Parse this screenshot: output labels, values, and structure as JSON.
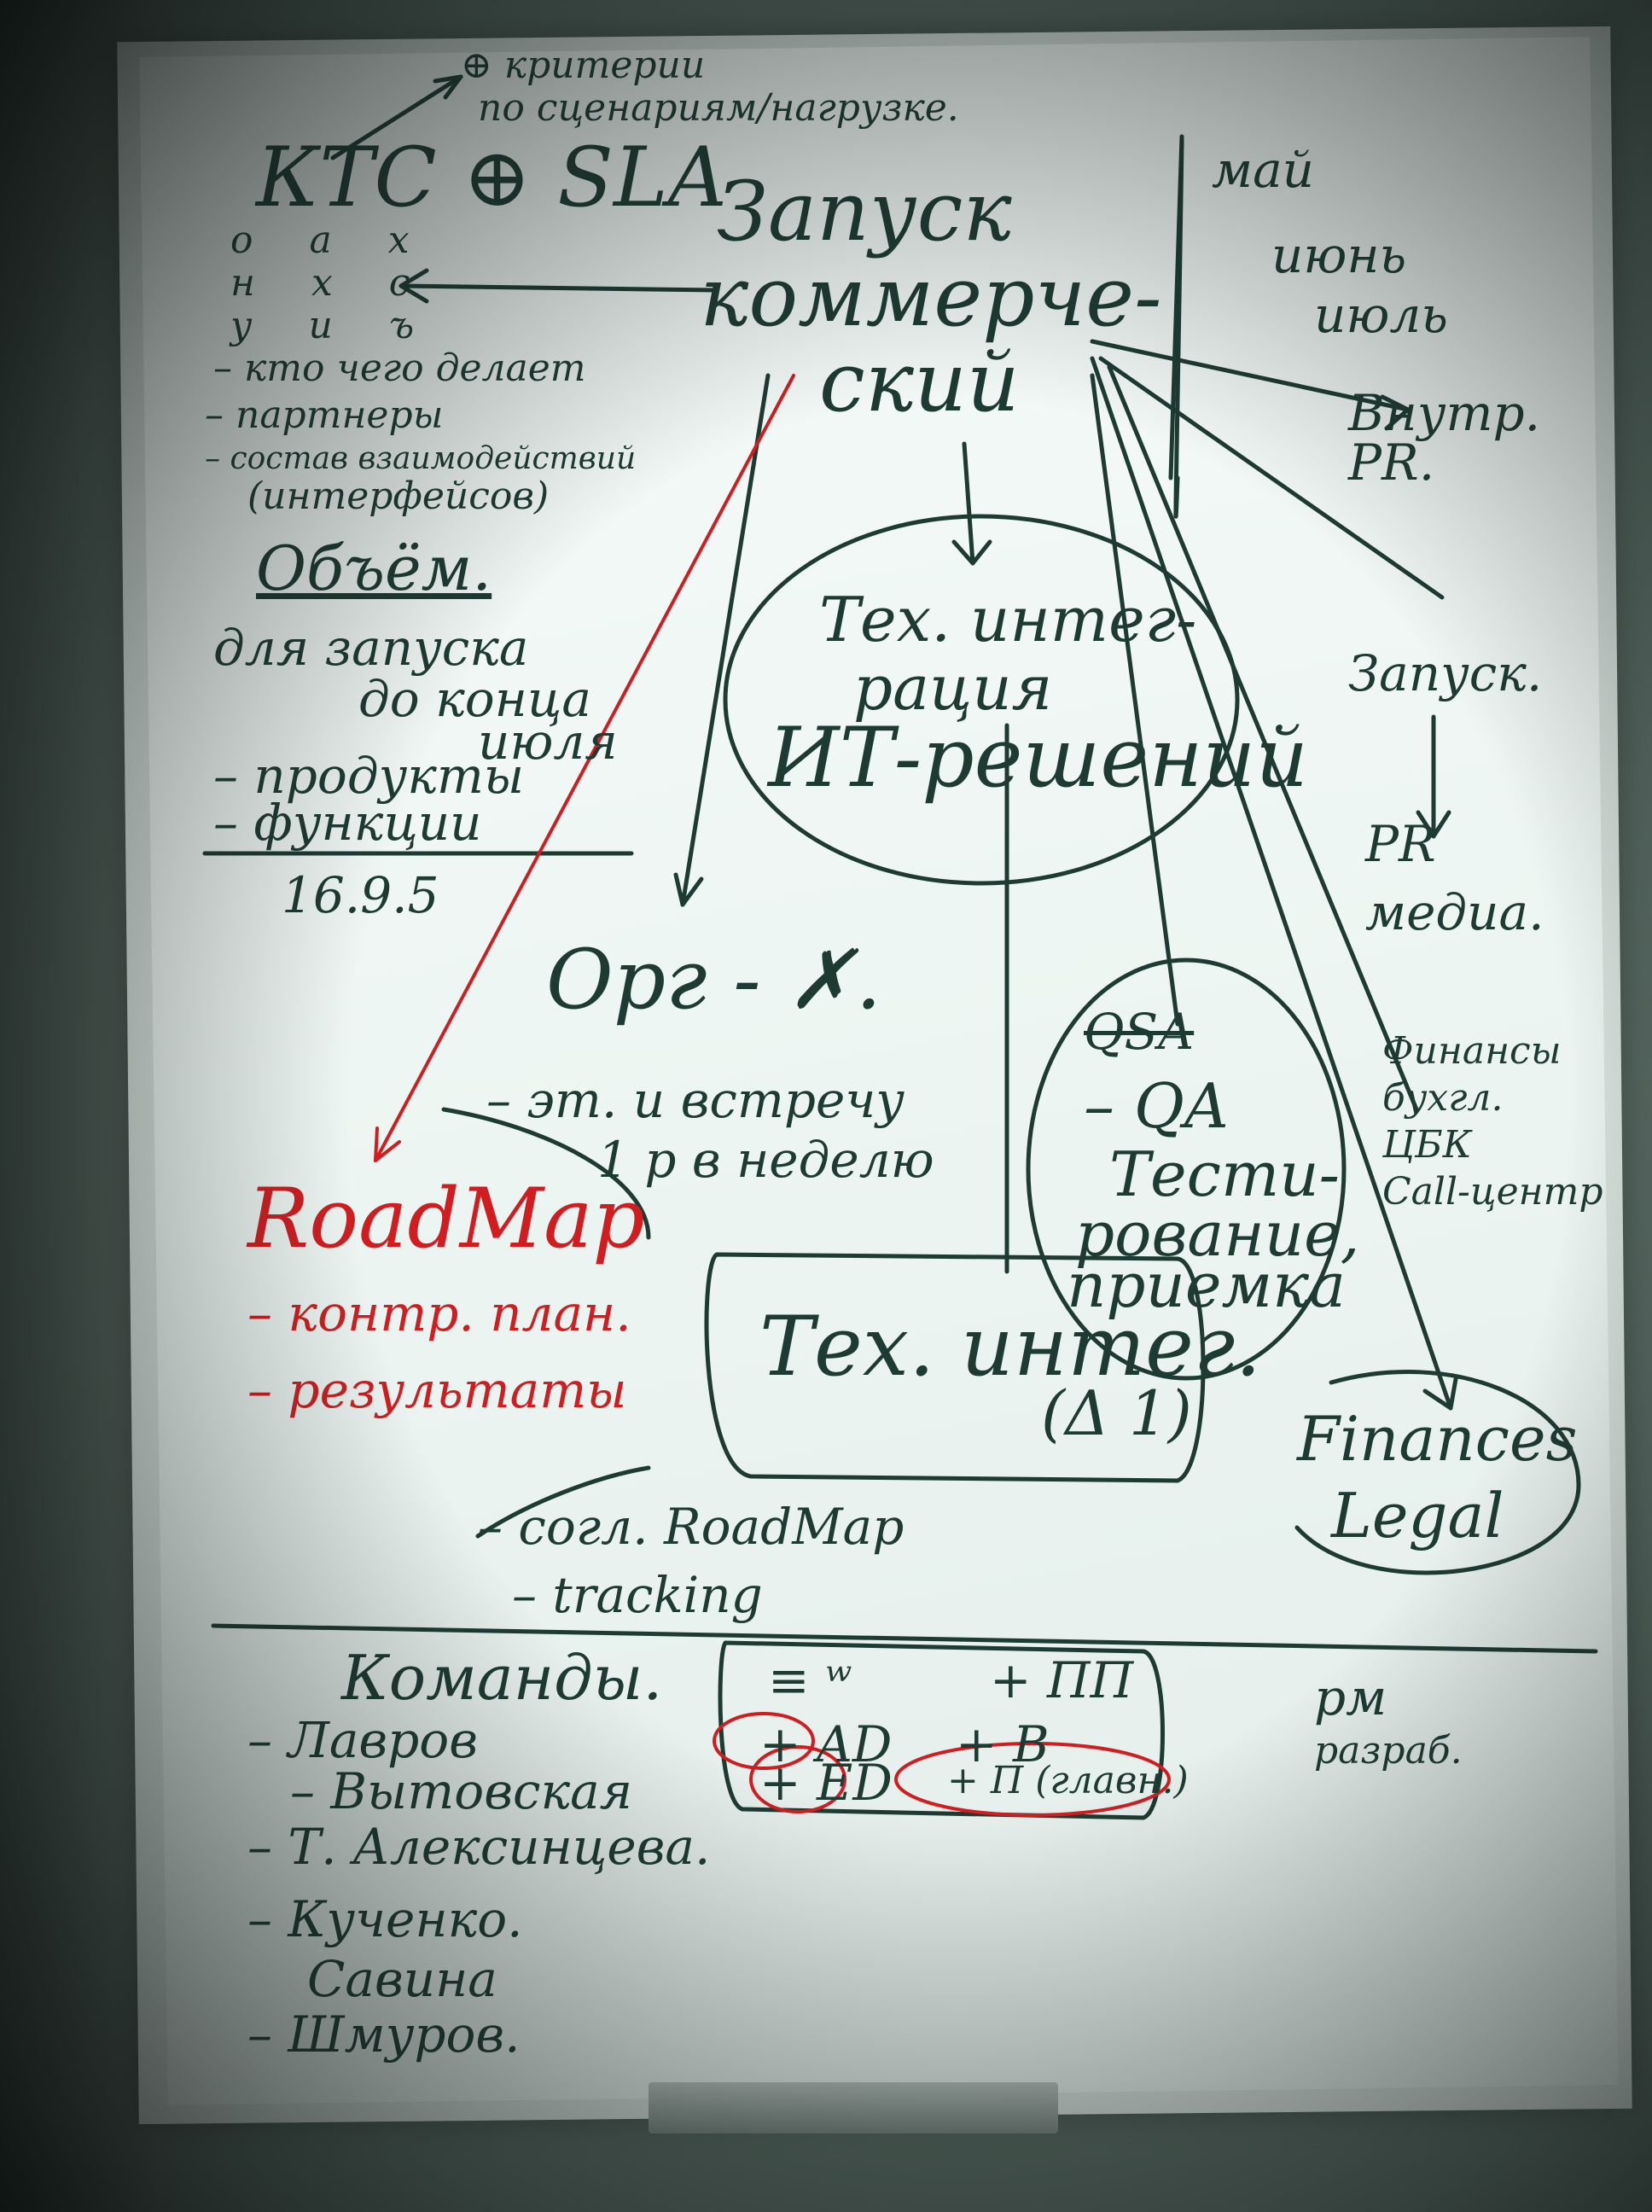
{
  "colors": {
    "ink_green": "#1d3a33",
    "ink_red": "#d11d20",
    "paper": "#eef6f3"
  },
  "top": {
    "criteria_line1": "⊕ критерии",
    "criteria_line2": "по сценариям/нагрузке.",
    "ktc_sla": "КТС ⊕ SLA"
  },
  "left_grid": {
    "row1": "о а х",
    "row2": "н х с",
    "row3": "у и ъ"
  },
  "left_list": [
    "– кто чего делает",
    "– партнеры",
    "– состав взаимодействий",
    "(интерфейсов)"
  ],
  "volume": {
    "title": "Объём.",
    "line1": "для запуска",
    "line2": "до конца",
    "line3": "июля",
    "bullet1": "– продукты",
    "bullet2": "– функции",
    "date": "16.9.5"
  },
  "center": {
    "launch_line1": "Запуск",
    "launch_line2": "коммерче-",
    "launch_line3": "ский"
  },
  "right_months": {
    "m1": "май",
    "m2": "июнь",
    "m3": "июль"
  },
  "right_col": {
    "pr": "Внутр. PR.",
    "launch": "Запуск.",
    "pr_media": "PR",
    "media": "медиа.",
    "finance1": "Финансы",
    "finance2": "бухгл.",
    "finance3": "ЦБК",
    "finance4": "Call-центр",
    "finances_legal1": "Finances",
    "finances_legal2": "Legal"
  },
  "tech": {
    "line1": "Тех. интег-",
    "line2": "рация",
    "line3": "ИТ-решений",
    "integ": "Тех. интег.",
    "integ_sub": "(Δ 1)"
  },
  "org": {
    "title": "Орг - ✗.",
    "line1": "– эт. и встречу",
    "line2": "1 р в неделю"
  },
  "qa": {
    "struck": "QSA",
    "line1": "– QA",
    "line2": "Тести-",
    "line3": "рование,",
    "line4": "приемка"
  },
  "roadmap": {
    "title": "RoadMap",
    "line1": "– контр. план.",
    "line2": "– результаты"
  },
  "bottom": {
    "line1": "– согл. RoadMap",
    "line2": "– tracking"
  },
  "team": {
    "title": "Команды.",
    "members": [
      "– Лавров",
      "– Вытовская",
      "– Т. Алексинцева.",
      "– Кученко.",
      "Савина",
      "– Шмуров."
    ]
  },
  "box": {
    "r1a": "≡ ʷ",
    "r1b": "+ ПП",
    "r2a": "+ AD",
    "r2b": "+ B",
    "r3a": "+ ED",
    "r3b": "+ П (главн.)",
    "side": "рм",
    "side2": "разраб."
  }
}
